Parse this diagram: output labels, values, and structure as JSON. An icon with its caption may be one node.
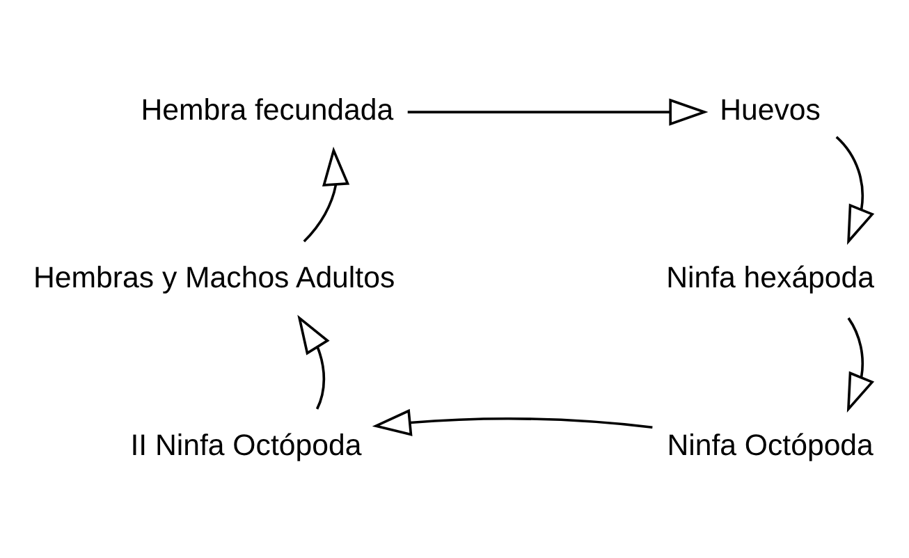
{
  "diagram": {
    "nodes": [
      {
        "text": [
          "Hembra fecundada"
        ]
      },
      {
        "text": [
          "Huevos"
        ]
      },
      {
        "text": [
          "Ninfa hexápoda"
        ]
      },
      {
        "text": [
          "Ninfa Octópoda"
        ]
      },
      {
        "text": [
          "II Ninfa Octópoda"
        ]
      },
      {
        "text": [
          "Hembras y Machos Adultos"
        ]
      }
    ],
    "edges": [
      {
        "from": 0,
        "to": 1,
        "arrow": "to"
      },
      {
        "from": 1,
        "to": 2,
        "arrow": "to"
      },
      {
        "from": 2,
        "to": 3,
        "arrow": "to"
      },
      {
        "from": 3,
        "to": 4,
        "arrow": "to"
      },
      {
        "from": 4,
        "to": 5,
        "arrow": "to"
      },
      {
        "from": 5,
        "to": 0,
        "arrow": "to"
      }
    ]
  }
}
